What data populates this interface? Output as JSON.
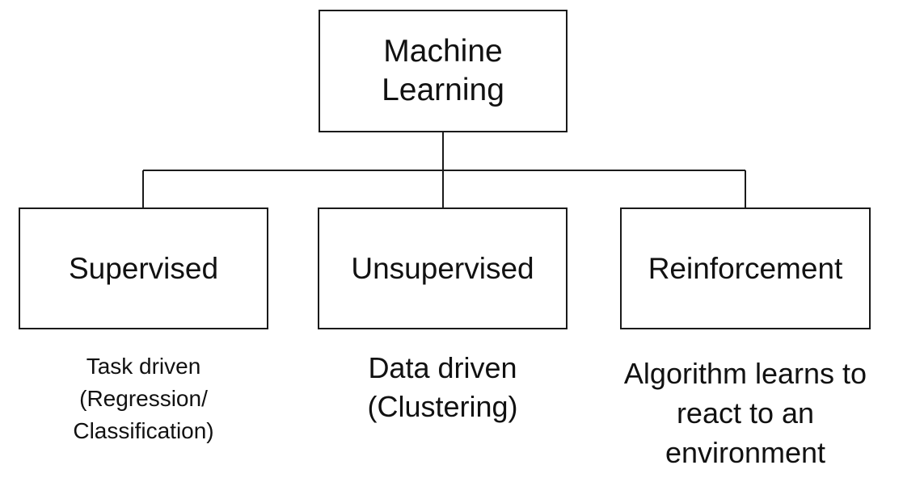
{
  "root": {
    "label": "Machine\nLearning"
  },
  "categories": [
    {
      "label": "Supervised",
      "description": "Task driven\n(Regression/\nClassification)"
    },
    {
      "label": "Unsupervised",
      "description": "Data driven\n(Clustering)"
    },
    {
      "label": "Reinforcement",
      "description": "Algorithm learns to\nreact to an\nenvironment"
    }
  ],
  "colors": {
    "stroke": "#1a1a1a",
    "text": "#111111",
    "background": "#ffffff"
  }
}
